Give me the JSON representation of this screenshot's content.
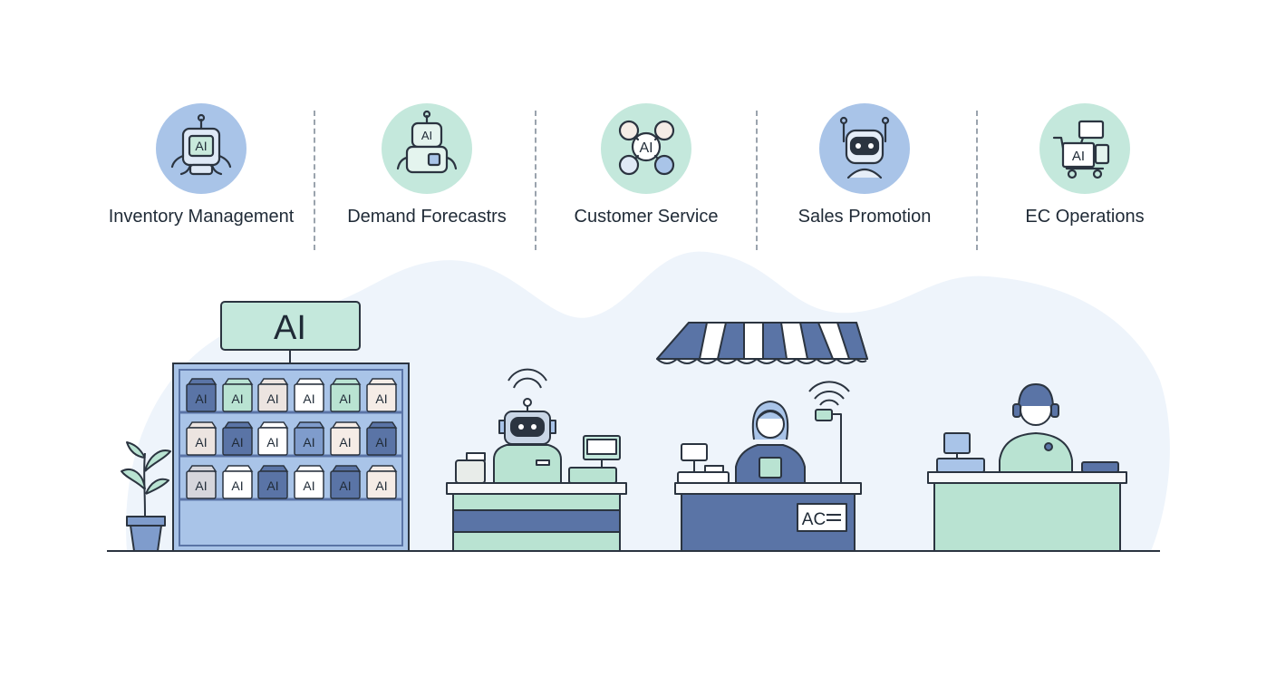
{
  "categories": [
    {
      "label": "Inventory Management",
      "icon": "robot-icon",
      "badge_color": "#a9c4e8",
      "icon_text": "AI"
    },
    {
      "label": "Demand Forecastrs",
      "icon": "robot-icon",
      "badge_color": "#c4e8dc",
      "icon_text": "AI"
    },
    {
      "label": "Customer Service",
      "icon": "network-icon",
      "badge_color": "#c4e8dc",
      "icon_text": "AI"
    },
    {
      "label": "Sales Promotion",
      "icon": "robot-head-icon",
      "badge_color": "#a9c4e8"
    },
    {
      "label": "EC Operations",
      "icon": "shopping-cart-icon",
      "badge_color": "#c4e8dc",
      "icon_text": "AI"
    }
  ],
  "shelf": {
    "sign": "AI",
    "box_label": "AI"
  },
  "counter_sign": "AC",
  "colors": {
    "blue": "#7f9ccc",
    "light_blue": "#a9c4e8",
    "mint": "#b9e3d2",
    "dark_blue": "#5a74a6",
    "backdrop": "#eef4fb",
    "line": "#2b3440"
  }
}
